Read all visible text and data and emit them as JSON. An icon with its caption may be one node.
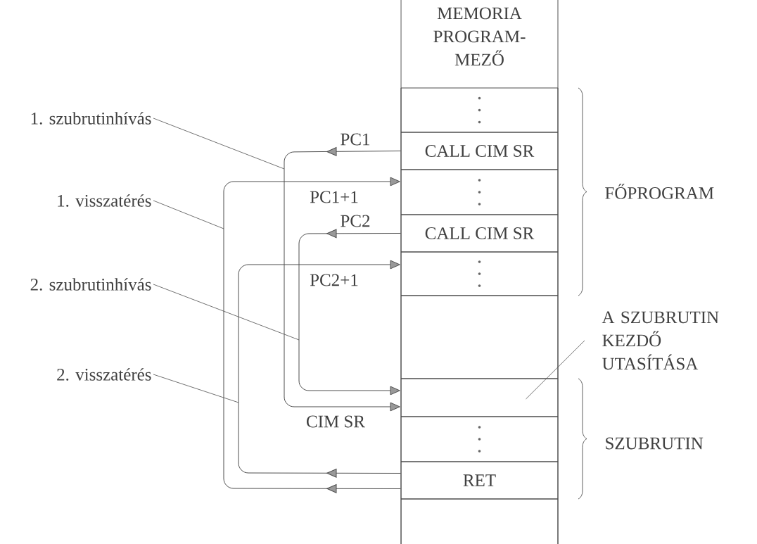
{
  "diagram": {
    "nodes": [
      {
        "text": [
          "MEMORIA PROGRAM- MEZŐ"
        ]
      },
      {
        "text": [],
        "shape": "box",
        "in": 0
      },
      {
        "text": [
          "CALL CIM SR"
        ],
        "in": 0
      },
      {
        "text": [],
        "shape": "box",
        "in": 0
      },
      {
        "text": [
          "CALL CIM SR"
        ],
        "in": 0
      },
      {
        "text": [],
        "shape": "box",
        "in": 0
      },
      {
        "text": [],
        "shape": "box",
        "in": 0
      },
      {
        "text": [],
        "shape": "box",
        "in": 0
      },
      {
        "text": [],
        "shape": "box",
        "in": 0
      },
      {
        "text": [
          "RET"
        ],
        "in": 0
      },
      {
        "text": [],
        "shape": "box",
        "in": 0
      },
      {
        "text": [
          "1. szubrutinhívás"
        ]
      },
      {
        "text": [
          "1. visszatérés"
        ]
      },
      {
        "text": [
          "2. szubrutinhívás"
        ]
      },
      {
        "text": [
          "2. visszatérés"
        ]
      },
      {
        "text": [
          "A SZUBRUTIN KEZDŐ UTASÍTÁSA"
        ]
      }
    ],
    "edges": [
      {
        "from": 2,
        "to": 7,
        "arrow": "to",
        "label": "PC1"
      },
      {
        "from": 9,
        "to": 3,
        "arrow": "to",
        "label": "PC1+1"
      },
      {
        "from": 4,
        "to": 7,
        "arrow": "to",
        "label": "PC2"
      },
      {
        "from": 9,
        "to": 5,
        "arrow": "to",
        "label": "PC2+1"
      },
      {
        "from": 11,
        "to": null,
        "arrow": "none"
      },
      {
        "from": 12,
        "to": null,
        "arrow": "none"
      },
      {
        "from": 13,
        "to": null,
        "arrow": "none"
      },
      {
        "from": 14,
        "to": null,
        "arrow": "none"
      },
      {
        "from": 15,
        "to": 7,
        "arrow": "none"
      }
    ],
    "labels": [
      "FŐPROGRAM",
      "CIM SR",
      "SZUBRUTIN"
    ]
  }
}
